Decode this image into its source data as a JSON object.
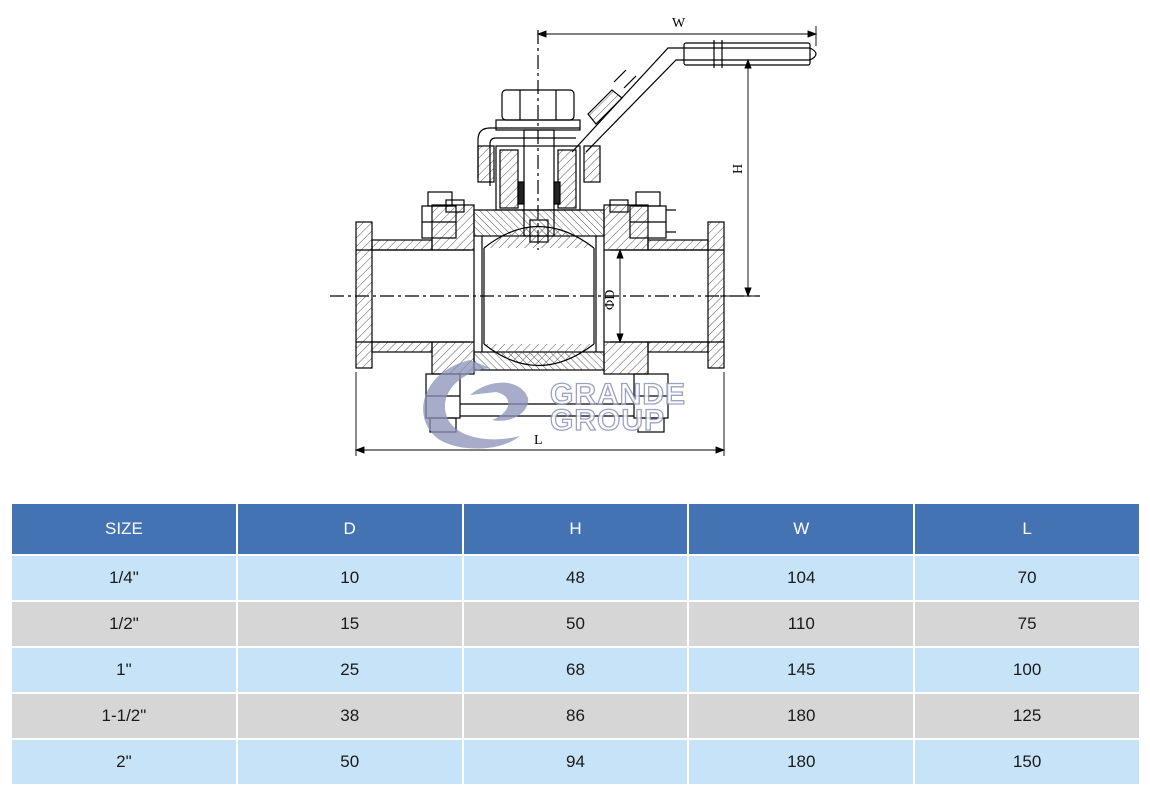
{
  "drawing": {
    "dimension_labels": {
      "w": "W",
      "h": "H",
      "d": "ΦD",
      "l": "L"
    },
    "line_color": "#000000",
    "hatch_color": "#555555"
  },
  "logo": {
    "word1": "GRANDE",
    "word2": "GROUP",
    "color": "#8a92b8"
  },
  "table": {
    "header_color": "#4473b4",
    "row_color_light": "#c6e3f7",
    "row_color_gray": "#d6d6d6",
    "headers": [
      "SIZE",
      "D",
      "H",
      "W",
      "L"
    ],
    "rows": [
      [
        "1/4\"",
        "10",
        "48",
        "104",
        "70"
      ],
      [
        "1/2\"",
        "15",
        "50",
        "110",
        "75"
      ],
      [
        "1\"",
        "25",
        "68",
        "145",
        "100"
      ],
      [
        "1-1/2\"",
        "38",
        "86",
        "180",
        "125"
      ],
      [
        "2\"",
        "50",
        "94",
        "180",
        "150"
      ]
    ]
  }
}
